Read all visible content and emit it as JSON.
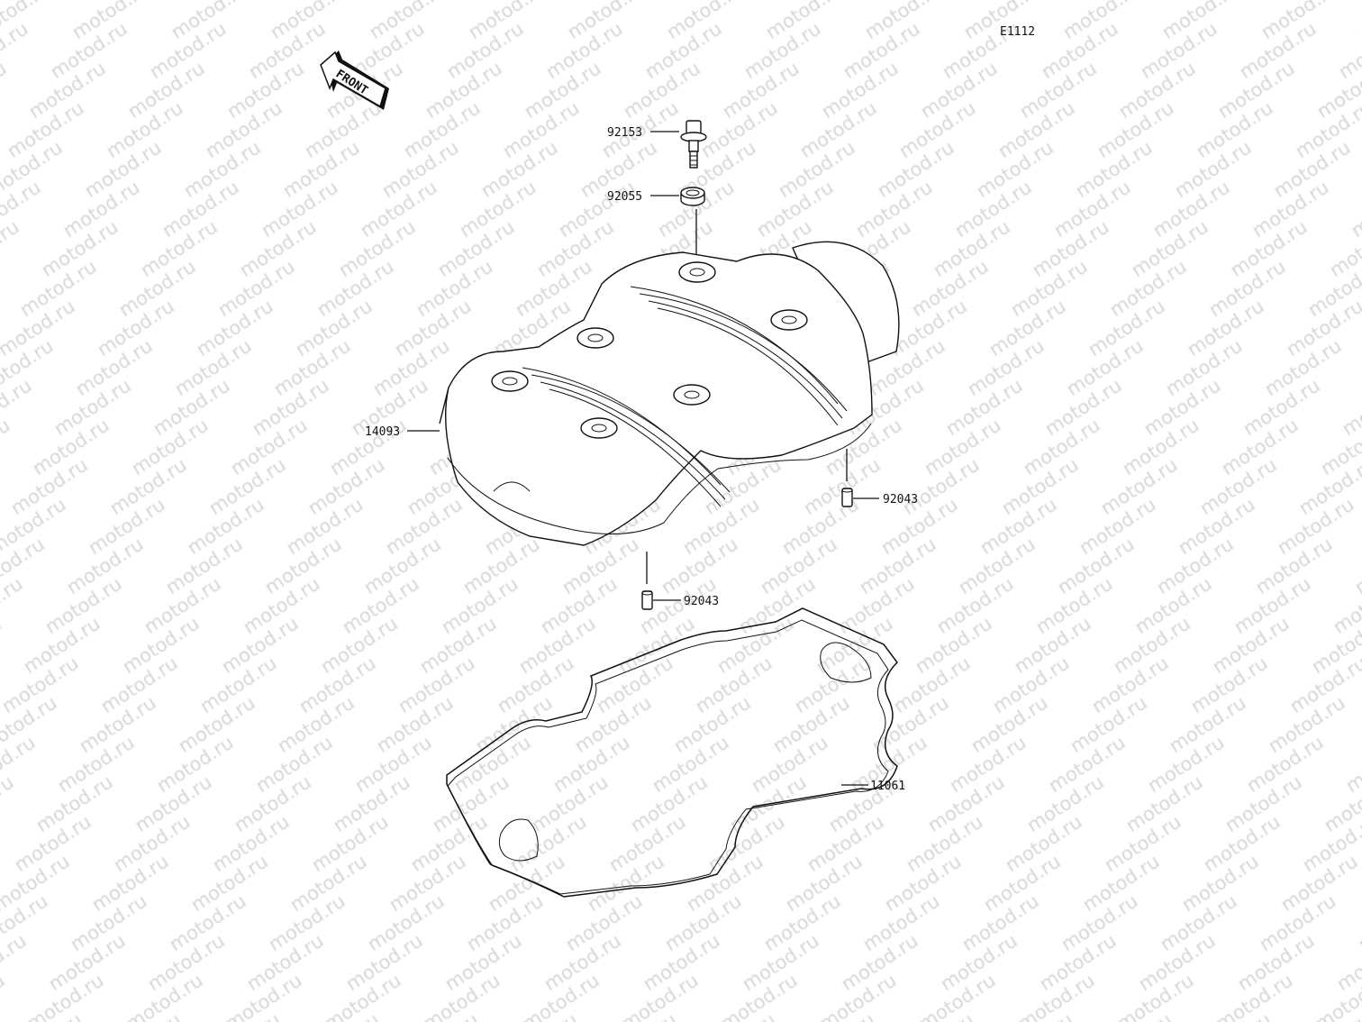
{
  "diagram_code": "E1112",
  "front_arrow_label": "FRONT",
  "watermark": "motod.ru",
  "parts": [
    {
      "number": "92153",
      "icon": "flange-bolt-icon"
    },
    {
      "number": "92055",
      "icon": "grommet-icon"
    },
    {
      "number": "14093",
      "icon": "cylinder-head-cover-icon"
    },
    {
      "number": "92043",
      "icon": "dowel-pin-icon"
    },
    {
      "number": "92043",
      "icon": "dowel-pin-icon"
    },
    {
      "number": "11061",
      "icon": "gasket-icon"
    }
  ]
}
